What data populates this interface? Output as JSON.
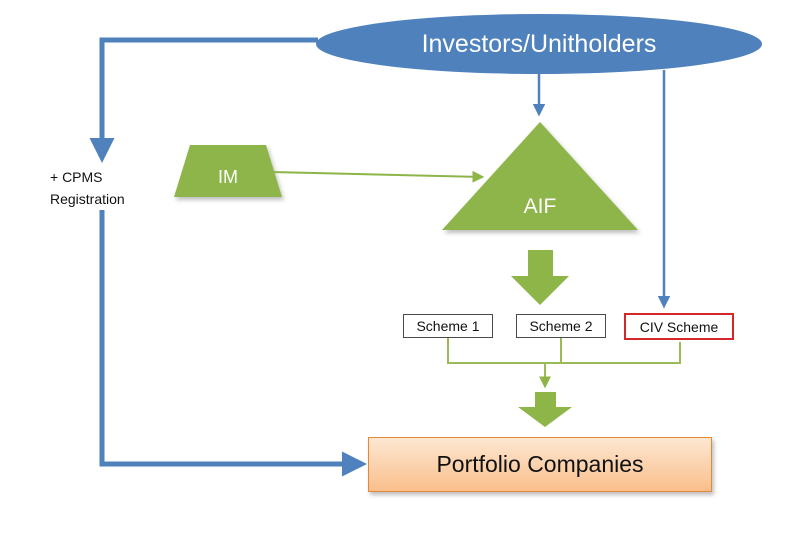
{
  "nodes": {
    "investors": "Investors/Unitholders",
    "im": "IM",
    "aif": "AIF",
    "scheme_1": "Scheme 1",
    "scheme_2": "Scheme 2",
    "civ_scheme": "CIV Scheme",
    "portfolio": "Portfolio Companies"
  },
  "side_label": {
    "line1": "+ CPMS",
    "line2": "Registration"
  },
  "colors": {
    "blue": "#4f81bd",
    "green": "#8db548",
    "green_line": "#9bbb59",
    "red_border": "#d62728",
    "orange_border": "#e3893a"
  }
}
